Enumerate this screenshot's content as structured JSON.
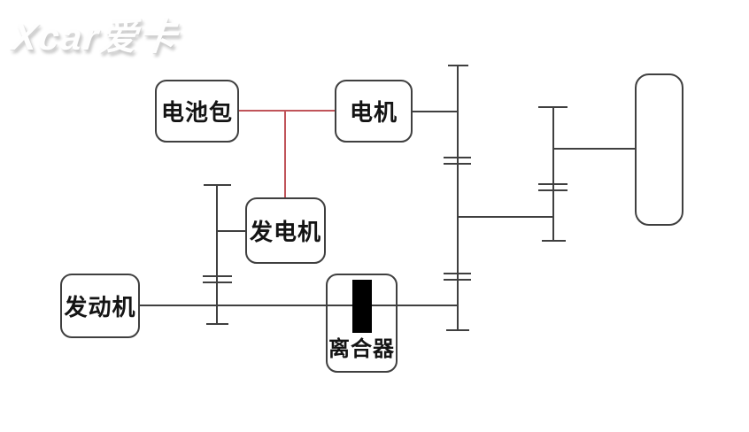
{
  "watermark": {
    "text": "Xcar爱卡"
  },
  "colors": {
    "line": "#3f3f3f",
    "power_line": "#c0545a",
    "box_border": "#3f3f3f",
    "clutch_fill": "#000000"
  },
  "nodes": {
    "battery": {
      "label": "电池包"
    },
    "motor": {
      "label": "电机"
    },
    "generator": {
      "label": "发电机"
    },
    "engine": {
      "label": "发动机"
    },
    "clutch": {
      "label": "离合器"
    },
    "wheel": {
      "label": ""
    }
  }
}
